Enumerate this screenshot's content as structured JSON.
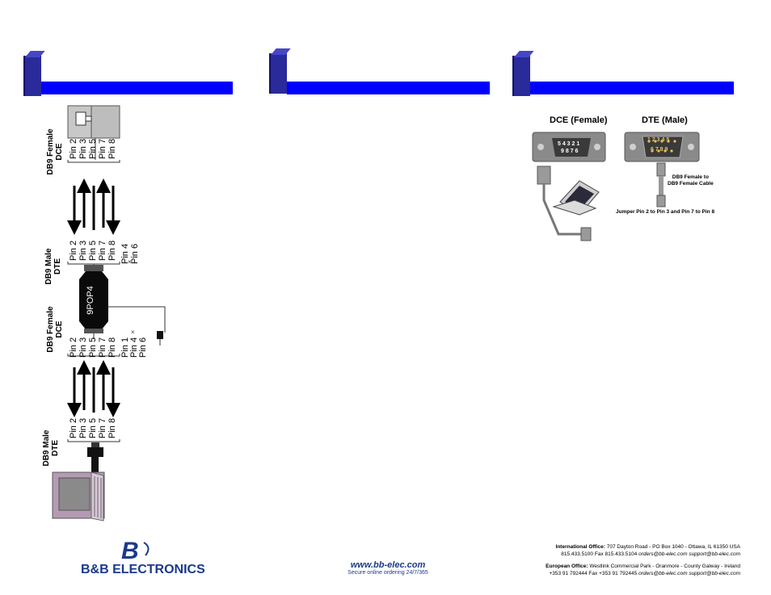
{
  "section1": {
    "dce_female_top": [
      "DB9 Female",
      "DCE"
    ],
    "pins_top": [
      "Pin 2",
      "Pin 3",
      "Pin 5",
      "Pin 7",
      "Pin 8"
    ],
    "dte_male_mid": [
      "DB9 Male",
      "DTE"
    ],
    "pins_mid_male": [
      "Pin 2",
      "Pin 3",
      "Pin 5",
      "Pin 7",
      "Pin 8"
    ],
    "pins_mid_extra": [
      "Pin 4",
      "Pin 6"
    ],
    "device_label": "9POP4",
    "dce_female_mid": [
      "DB9 Female",
      "DCE"
    ],
    "pins_mid_female": [
      "Pin 2",
      "Pin 3",
      "Pin 5",
      "Pin 7",
      "Pin 8"
    ],
    "pins_mid_female_extra": [
      "Pin 1",
      "Pin 4",
      "Pin 6"
    ],
    "pins_bottom": [
      "Pin 2",
      "Pin 3",
      "Pin 5",
      "Pin 7",
      "Pin 8"
    ],
    "dte_male_bottom": [
      "DB9 Male",
      "DTE"
    ]
  },
  "section3": {
    "dce_title": "DCE (Female)",
    "dte_title": "DTE (Male)",
    "dce_pins_top": "5 4 3 2 1",
    "dce_pins_bottom": "9 8 7 6",
    "dte_pins_top": "1 2 3 4 5",
    "dte_pins_bottom": "6 7 8 9",
    "cable_label": [
      "DB9 Female to",
      "DB9 Female Cable"
    ],
    "jumper_note": "Jumper Pin 2 to Pin 3 and Pin 7 to Pin 8"
  },
  "footer": {
    "logo_mark": "B",
    "logo_name": "B&B ELECTRONICS",
    "web_url": "www.bb-elec.com",
    "web_tagline": "Secure online ordering 24/7/365",
    "intl_label": "International Office:",
    "intl_address": "707 Dayton Road - PO Box 1040 - Ottawa, IL 61350 USA",
    "intl_phone": "815.433.5100   Fax 815.433.5104",
    "intl_orders": "orders@bb-elec.com",
    "intl_support": "support@bb-elec.com",
    "eu_label": "European Office:",
    "eu_address": "Westlink Commercial Park - Oranmore - County Galway - Ireland",
    "eu_phone": "+353 91 792444   Fax +353 91 792445",
    "eu_orders": "orders@bb-elec.com",
    "eu_support": "support@bb-elec.com"
  },
  "colors": {
    "header_bar": "#0000ff",
    "tab_dark": "#2a2a9a",
    "logo_blue": "#1a3a8a"
  }
}
